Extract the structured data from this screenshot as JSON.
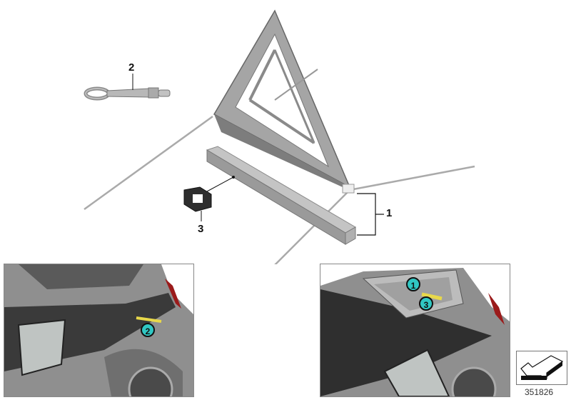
{
  "diagram": {
    "type": "parts-diagram",
    "callouts": [
      {
        "id": "1",
        "label": "1",
        "part": "warning-triangle-with-storage-box"
      },
      {
        "id": "2",
        "label": "2",
        "part": "towing-eye"
      },
      {
        "id": "3",
        "label": "3",
        "part": "holder-clip"
      }
    ],
    "insets": [
      {
        "name": "rear-quarter-view",
        "badges": [
          "2"
        ]
      },
      {
        "name": "front-trunk-view",
        "badges": [
          "1",
          "3"
        ]
      }
    ],
    "reference_number": "351826",
    "colors": {
      "badge_fill": "#30c7c3",
      "highlight": "#e8d84a",
      "part_gray": "#9a9a9a",
      "car_body": "#8f8f8f",
      "car_dark": "#3a3a3a"
    }
  }
}
